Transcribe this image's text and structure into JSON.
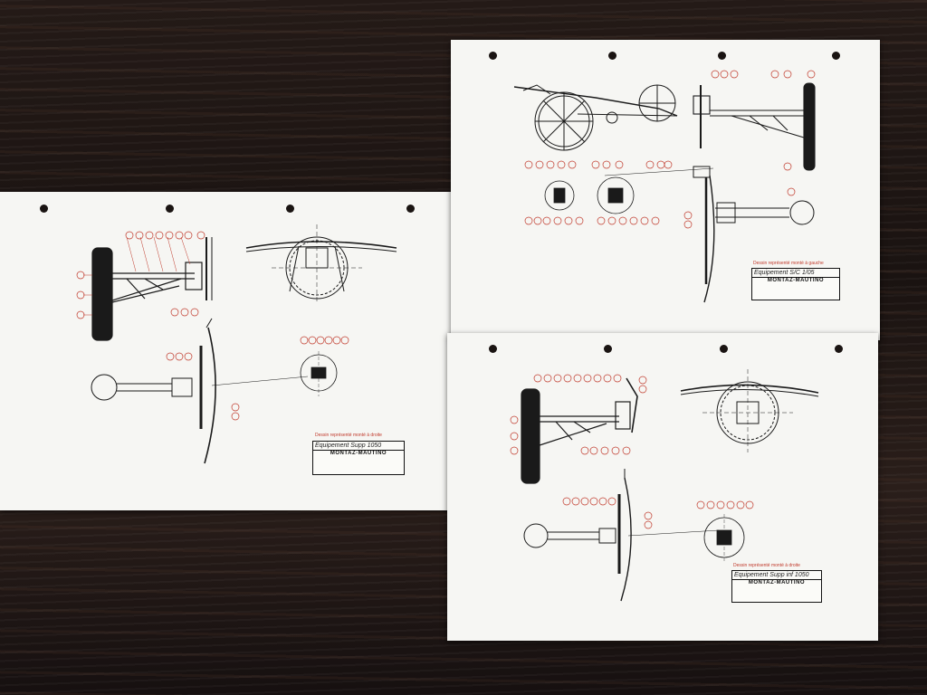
{
  "sheets": [
    {
      "id": "left",
      "caption": "Dessin représenté monté à droite",
      "title": "Equipement Supp 1050",
      "company": "MONTAZ-MAUTINO"
    },
    {
      "id": "top-right",
      "caption": "Dessin représenté monté à gauche",
      "title": "Equipement S/C 1/05",
      "company": "MONTAZ-MAUTINO"
    },
    {
      "id": "bottom-right",
      "caption": "Dessin représenté monté à droite",
      "title": "Equipement Supp inf 1050",
      "company": "MONTAZ-MAUTINO"
    }
  ],
  "colors": {
    "ink": "#1a1a1a",
    "callout": "#c0392b",
    "paper": "#f6f6f3",
    "wood": "#1f1715"
  }
}
